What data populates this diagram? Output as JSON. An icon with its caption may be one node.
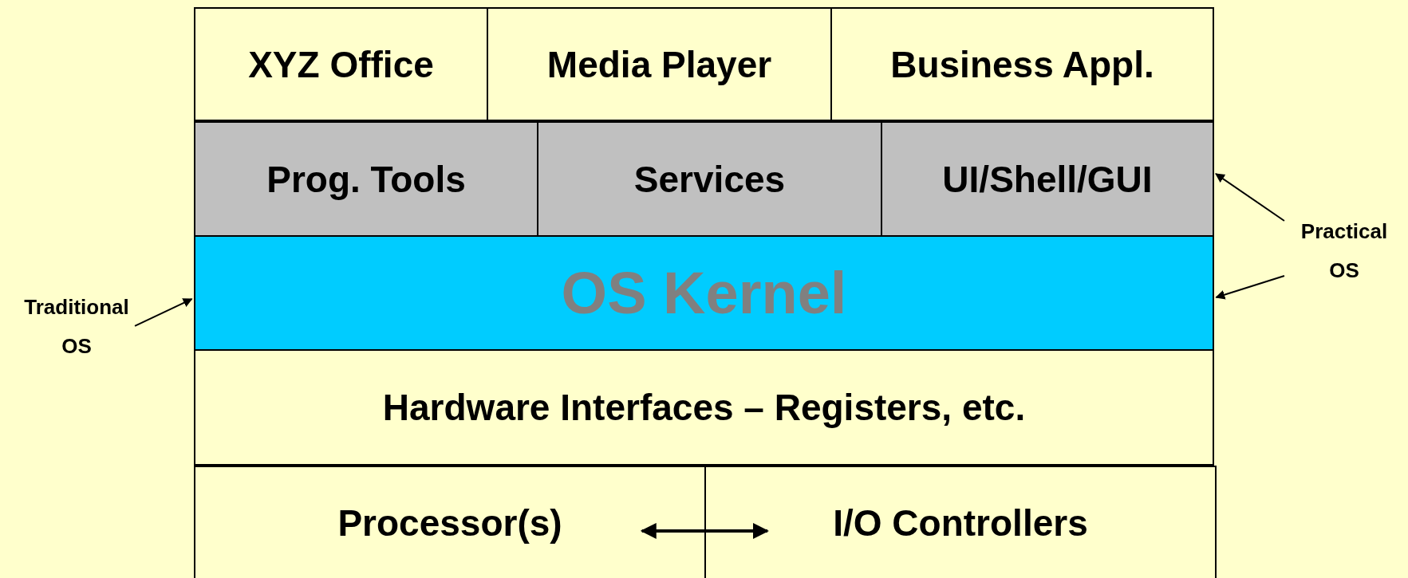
{
  "diagram": {
    "nodes": [
      {
        "text": [
          "XYZ Office"
        ]
      },
      {
        "text": [
          "Media Player"
        ]
      },
      {
        "text": [
          "Business Appl."
        ]
      },
      {
        "text": [
          "Prog. Tools"
        ]
      },
      {
        "text": [
          "Services"
        ]
      },
      {
        "text": [
          "UI/Shell/GUI"
        ]
      },
      {
        "text": [
          "OS Kernel"
        ]
      },
      {
        "text": [
          "Hardware Interfaces – Registers, etc."
        ]
      },
      {
        "text": [
          "Processor(s)"
        ]
      },
      {
        "text": [
          "I/O Controllers"
        ]
      },
      {
        "text": [
          "Traditional OS"
        ]
      },
      {
        "text": [
          "Practical OS"
        ]
      }
    ],
    "edges": [
      {
        "from": 10,
        "to": 6,
        "arrow": "to"
      },
      {
        "from": 11,
        "to": 5,
        "arrow": "to"
      },
      {
        "from": 11,
        "to": 6,
        "arrow": "to"
      },
      {
        "from": 8,
        "to": 9,
        "arrow": "both"
      }
    ]
  }
}
